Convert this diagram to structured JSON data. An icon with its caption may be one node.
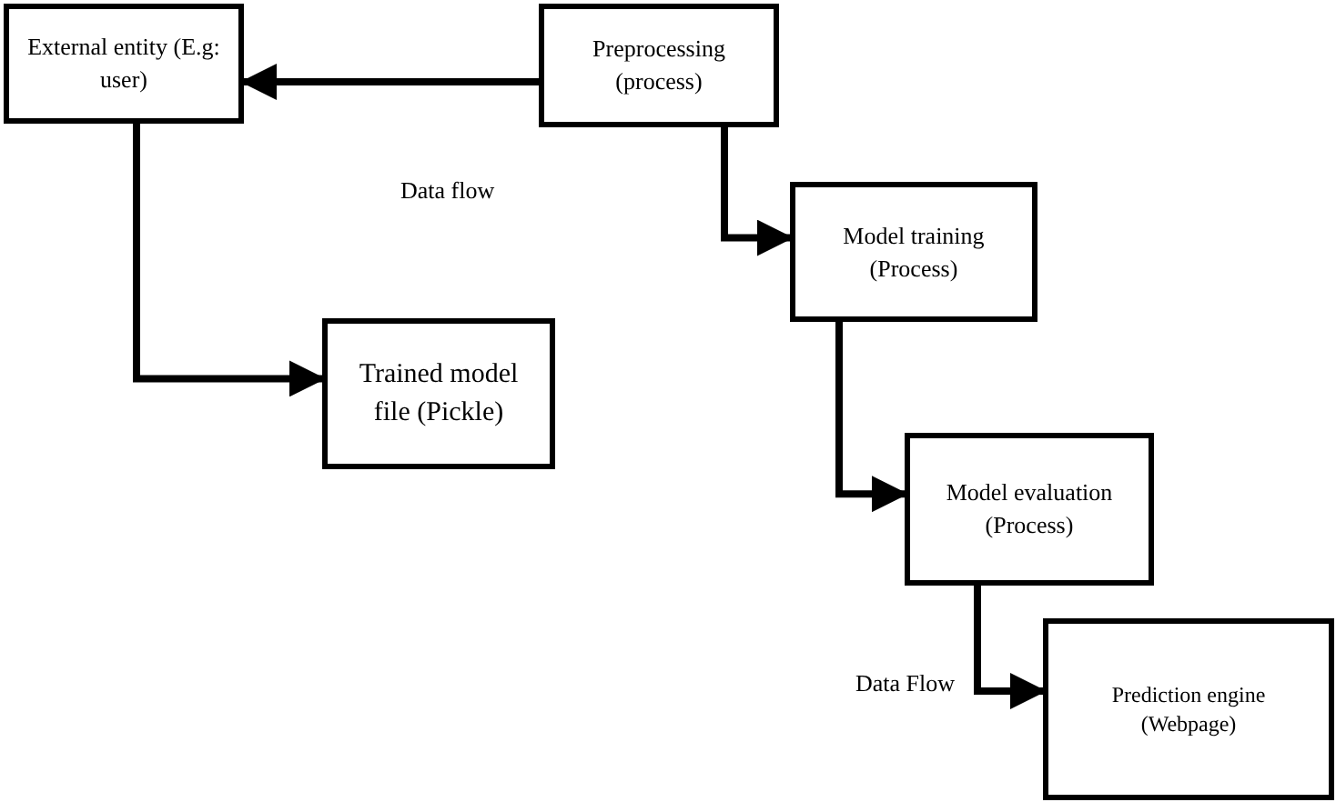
{
  "diagram": {
    "nodes": [
      {
        "text": [
          "External entity (E.g: user)"
        ]
      },
      {
        "text": [
          "Preprocessing (process)"
        ]
      },
      {
        "text": [
          "Trained model file (Pickle)"
        ]
      },
      {
        "text": [
          "Model training (Process)"
        ]
      },
      {
        "text": [
          "Model evaluation (Process)"
        ]
      },
      {
        "text": [
          "Prediction engine (Webpage)"
        ]
      }
    ],
    "edges": [
      {
        "from": 1,
        "to": 0,
        "arrow": "to",
        "label": "Data flow"
      },
      {
        "from": 0,
        "to": 2,
        "arrow": "to"
      },
      {
        "from": 1,
        "to": 3,
        "arrow": "to"
      },
      {
        "from": 3,
        "to": 4,
        "arrow": "to"
      },
      {
        "from": 4,
        "to": 5,
        "arrow": "to",
        "label": "Data Flow"
      }
    ]
  }
}
